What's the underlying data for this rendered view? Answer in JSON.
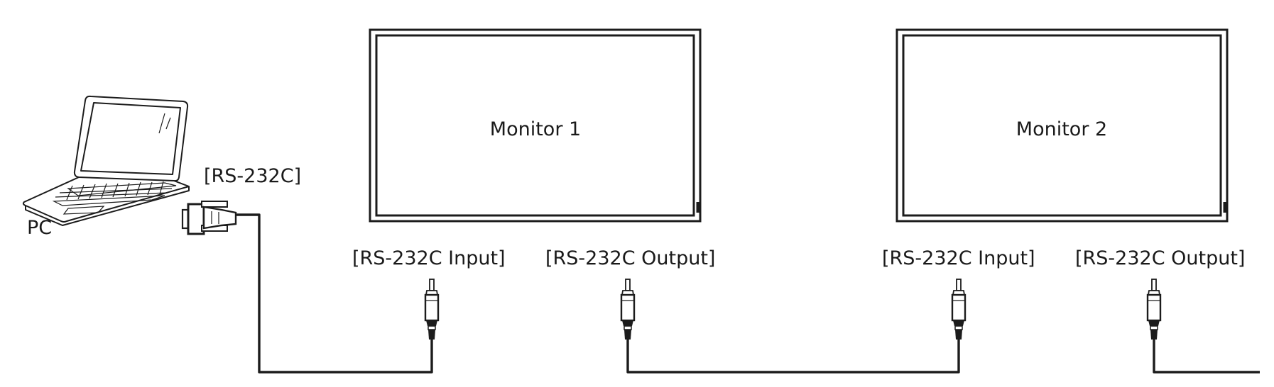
{
  "diagram": {
    "pc_label": "PC",
    "pc_port_label": "[RS-232C]",
    "monitors": [
      {
        "name": "Monitor 1",
        "input_label": "[RS-232C Input]",
        "output_label": "[RS-232C Output]"
      },
      {
        "name": "Monitor 2",
        "input_label": "[RS-232C Input]",
        "output_label": "[RS-232C Output]"
      }
    ]
  }
}
